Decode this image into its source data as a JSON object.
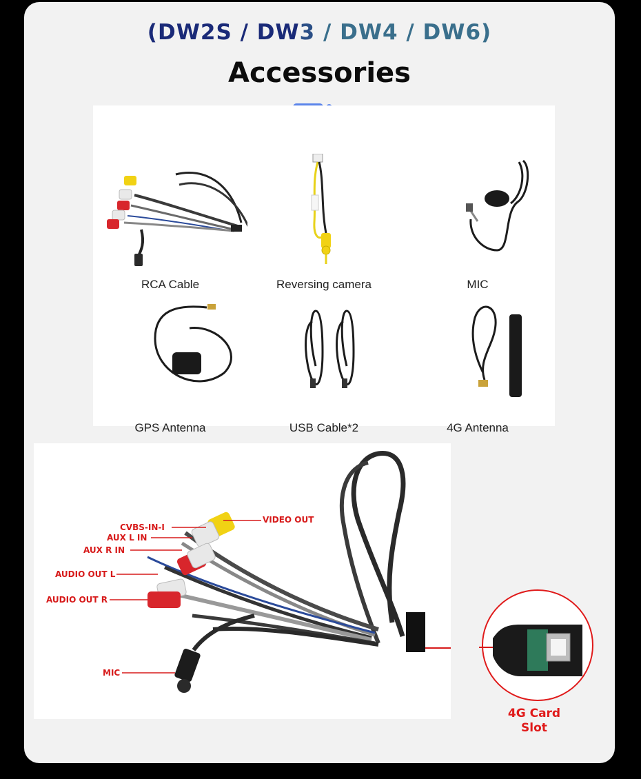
{
  "header": {
    "models": [
      "(DW2S / DW",
      "3",
      " / DW4 / DW6)"
    ],
    "title": "Accessories"
  },
  "colors": {
    "model_navy": "#1a2a78",
    "model_teal": "#3a6f8c",
    "accent_dots": "#5b84ea",
    "callout_red": "#d71a1a"
  },
  "accessories": [
    {
      "label": "RCA Cable",
      "icon": "rca-cable-icon"
    },
    {
      "label": "Reversing camera",
      "icon": "reversing-camera-cable-icon"
    },
    {
      "label": "MIC",
      "icon": "microphone-icon"
    },
    {
      "label": "GPS Antenna",
      "icon": "gps-antenna-icon"
    },
    {
      "label": "USB Cable*2",
      "icon": "usb-cable-icon"
    },
    {
      "label": "4G Antenna",
      "icon": "4g-antenna-icon"
    }
  ],
  "harness": {
    "callouts": {
      "video_out": "VIDEO OUT",
      "cvbs_in": "CVBS-IN-I",
      "aux_l_in": "AUX L IN",
      "aux_r_in": "AUX R IN",
      "audio_out_l": "AUDIO OUT L",
      "audio_out_r": "AUDIO OUT R",
      "mic": "MIC"
    },
    "card_slot_label": [
      "4G Card",
      "Slot"
    ]
  }
}
